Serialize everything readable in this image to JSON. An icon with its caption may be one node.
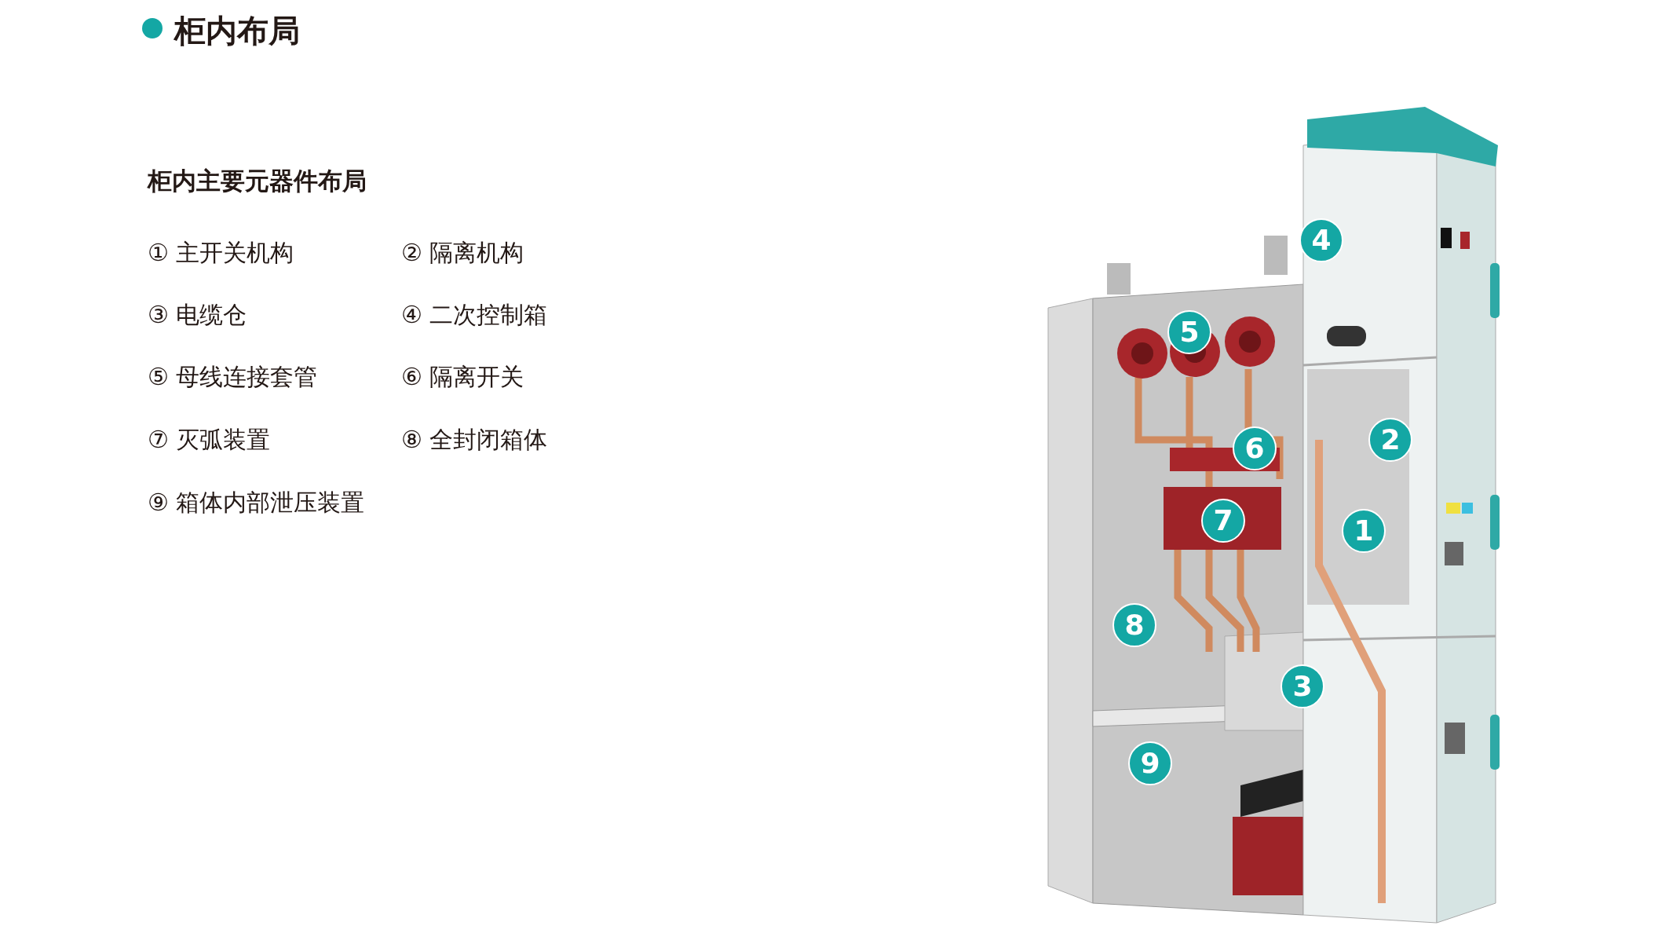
{
  "diagram": {
    "title": "柜内布局",
    "labels": [
      "柜内主要元器件布局",
      "① 主开关机构",
      "② 隔离机构",
      "③ 电缆仓",
      "④ 二次控制箱",
      "⑤ 母线连接套管",
      "⑥ 隔离开关",
      "⑦ 灭弧装置",
      "⑧ 全封闭箱体",
      "⑨ 箱体内部泄压装置",
      "4",
      "5",
      "2",
      "6",
      "7",
      "1",
      "8",
      "3",
      "9"
    ]
  }
}
